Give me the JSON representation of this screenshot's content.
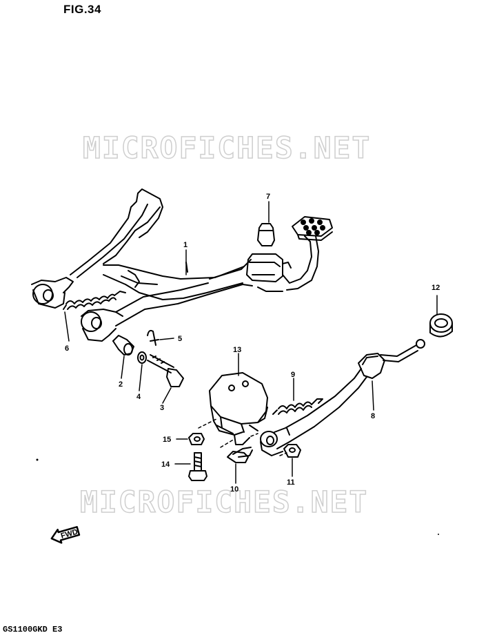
{
  "figure": {
    "title": "FIG.34"
  },
  "watermark": {
    "text": "MICROFICHES.NET"
  },
  "footer": {
    "model_code": "GS1100GKD E3"
  },
  "direction_marker": {
    "label": "FWD"
  },
  "callouts": [
    {
      "id": "1",
      "label": "1"
    },
    {
      "id": "2",
      "label": "2"
    },
    {
      "id": "3",
      "label": "3"
    },
    {
      "id": "4",
      "label": "4"
    },
    {
      "id": "5",
      "label": "5"
    },
    {
      "id": "6",
      "label": "6"
    },
    {
      "id": "7",
      "label": "7"
    },
    {
      "id": "8",
      "label": "8"
    },
    {
      "id": "9",
      "label": "9"
    },
    {
      "id": "10",
      "label": "10"
    },
    {
      "id": "11",
      "label": "11"
    },
    {
      "id": "12",
      "label": "12"
    },
    {
      "id": "13",
      "label": "13"
    },
    {
      "id": "14",
      "label": "14"
    },
    {
      "id": "15",
      "label": "15"
    }
  ],
  "colors": {
    "ink": "#000000",
    "watermark_outline": "#c9c9c9",
    "background": "#ffffff"
  }
}
